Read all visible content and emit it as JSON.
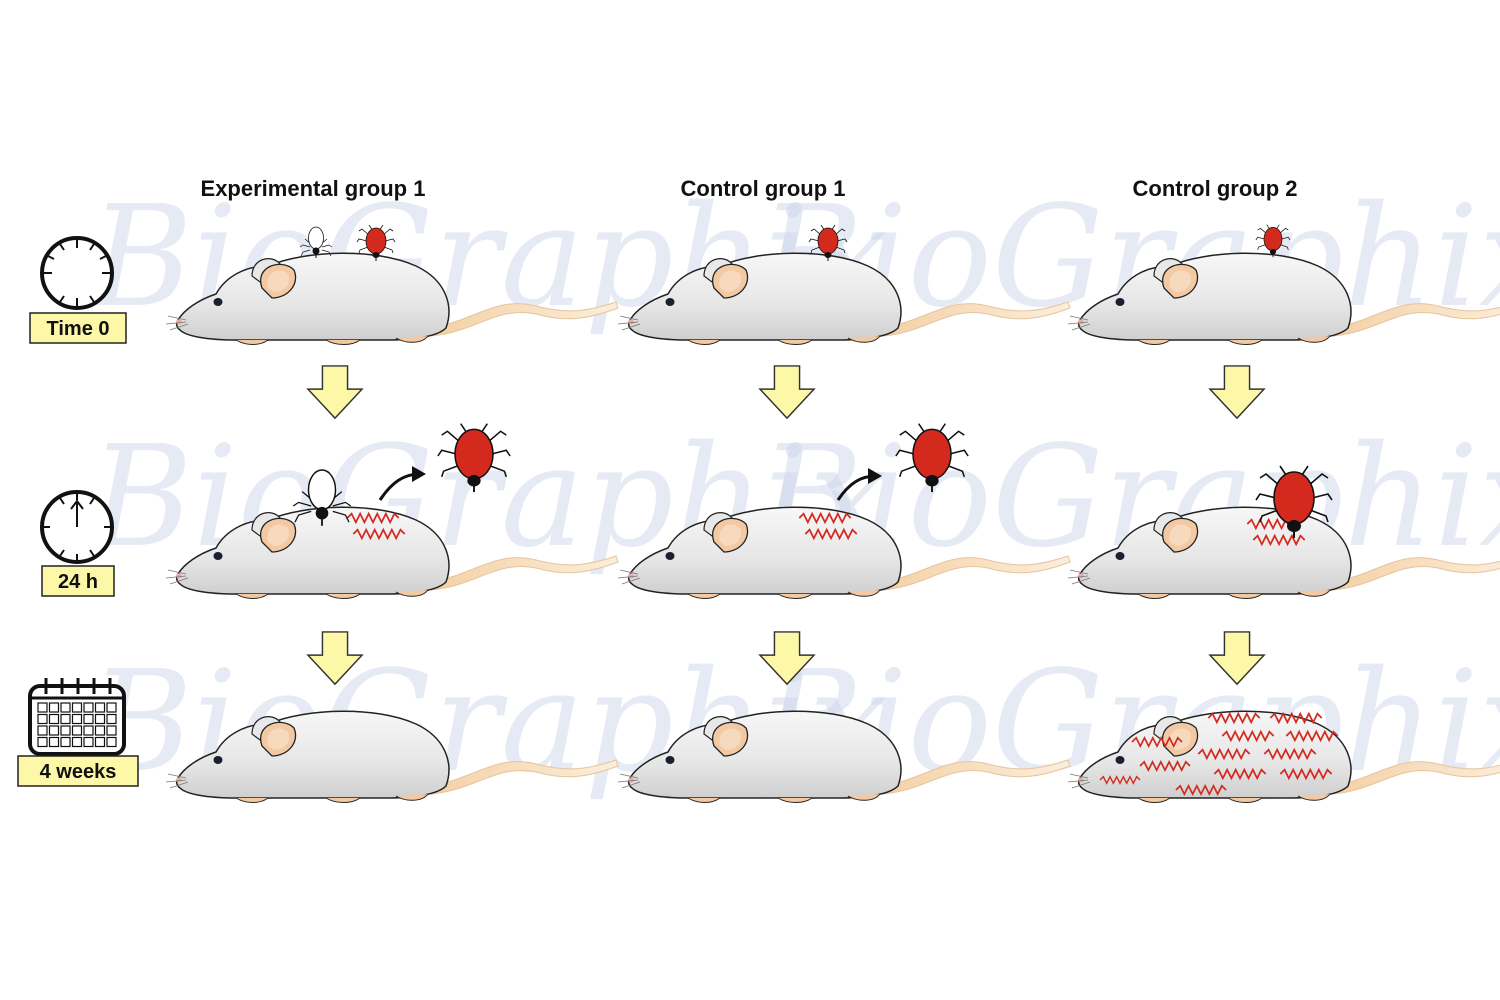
{
  "columns": [
    {
      "title": "Experimental group 1"
    },
    {
      "title": "Control group 1"
    },
    {
      "title": "Control group 2"
    }
  ],
  "timepoints": [
    {
      "label": "Time 0",
      "icon": "clock-icon"
    },
    {
      "label": "24 h",
      "icon": "clock-up-icon"
    },
    {
      "label": "4 weeks",
      "icon": "calendar-icon"
    }
  ],
  "watermark": "BioGraphix",
  "colors": {
    "tick_engorged": "#d42a1e",
    "tick_unfed": "#ffffff",
    "arrow_fill": "#fdf7a8",
    "rash": "#d42a1e",
    "mouse_body": "#ececec",
    "ear_inner": "#f3c9a4",
    "tail": "#f6d9b3"
  }
}
